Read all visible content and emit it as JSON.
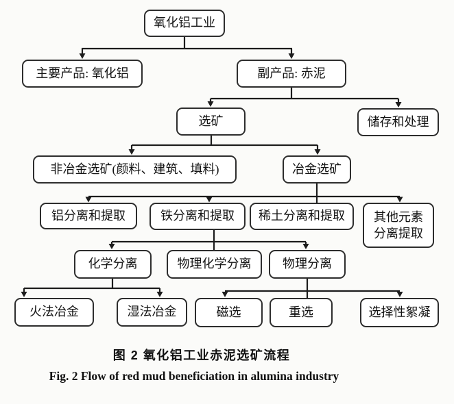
{
  "figure": {
    "caption_zh": "图 2  氧化铝工业赤泥选矿流程",
    "caption_en": "Fig. 2  Flow of red mud beneficiation in alumina industry"
  },
  "colors": {
    "background": "#fbfbf9",
    "box_fill": "#ffffff",
    "box_border": "#2d2d2d",
    "line": "#1c1c1c",
    "text": "#141414"
  },
  "nodes": {
    "root": {
      "label": "氧化铝工业"
    },
    "main_product": {
      "label": "主要产品: 氧化铝"
    },
    "by_product": {
      "label": "副产品: 赤泥"
    },
    "beneficiation": {
      "label": "选矿"
    },
    "storage": {
      "label": "储存和处理"
    },
    "non_metallurgical": {
      "label": "非冶金选矿(颜料、建筑、填料)"
    },
    "metallurgical": {
      "label": "冶金选矿"
    },
    "al_extraction": {
      "label": "铝分离和提取"
    },
    "fe_extraction": {
      "label": "铁分离和提取"
    },
    "ree_extraction": {
      "label": "稀土分离和提取"
    },
    "other_extraction": {
      "lines": [
        "其他元素",
        "分离提取"
      ]
    },
    "chemical_separation": {
      "label": "化学分离"
    },
    "physicochemical_separation": {
      "label": "物理化学分离"
    },
    "physical_separation": {
      "label": "物理分离"
    },
    "pyrometallurgy": {
      "label": "火法冶金"
    },
    "hydrometallurgy": {
      "label": "湿法冶金"
    },
    "magnetic_separation": {
      "label": "磁选"
    },
    "gravity_separation": {
      "label": "重选"
    },
    "selective_flocculation": {
      "label": "选择性絮凝"
    }
  },
  "edges": [
    {
      "from": "root",
      "to": [
        "main_product",
        "by_product"
      ]
    },
    {
      "from": "by_product",
      "to": [
        "beneficiation",
        "storage"
      ]
    },
    {
      "from": "beneficiation",
      "to": [
        "non_metallurgical",
        "metallurgical"
      ]
    },
    {
      "from": "metallurgical",
      "to": [
        "al_extraction",
        "fe_extraction",
        "ree_extraction",
        "other_extraction"
      ]
    },
    {
      "from": "fe_extraction",
      "to": [
        "chemical_separation",
        "physicochemical_separation",
        "physical_separation"
      ]
    },
    {
      "from": "chemical_separation",
      "to": [
        "pyrometallurgy",
        "hydrometallurgy"
      ]
    },
    {
      "from": "physical_separation",
      "to": [
        "magnetic_separation",
        "gravity_separation",
        "selective_flocculation"
      ]
    }
  ]
}
